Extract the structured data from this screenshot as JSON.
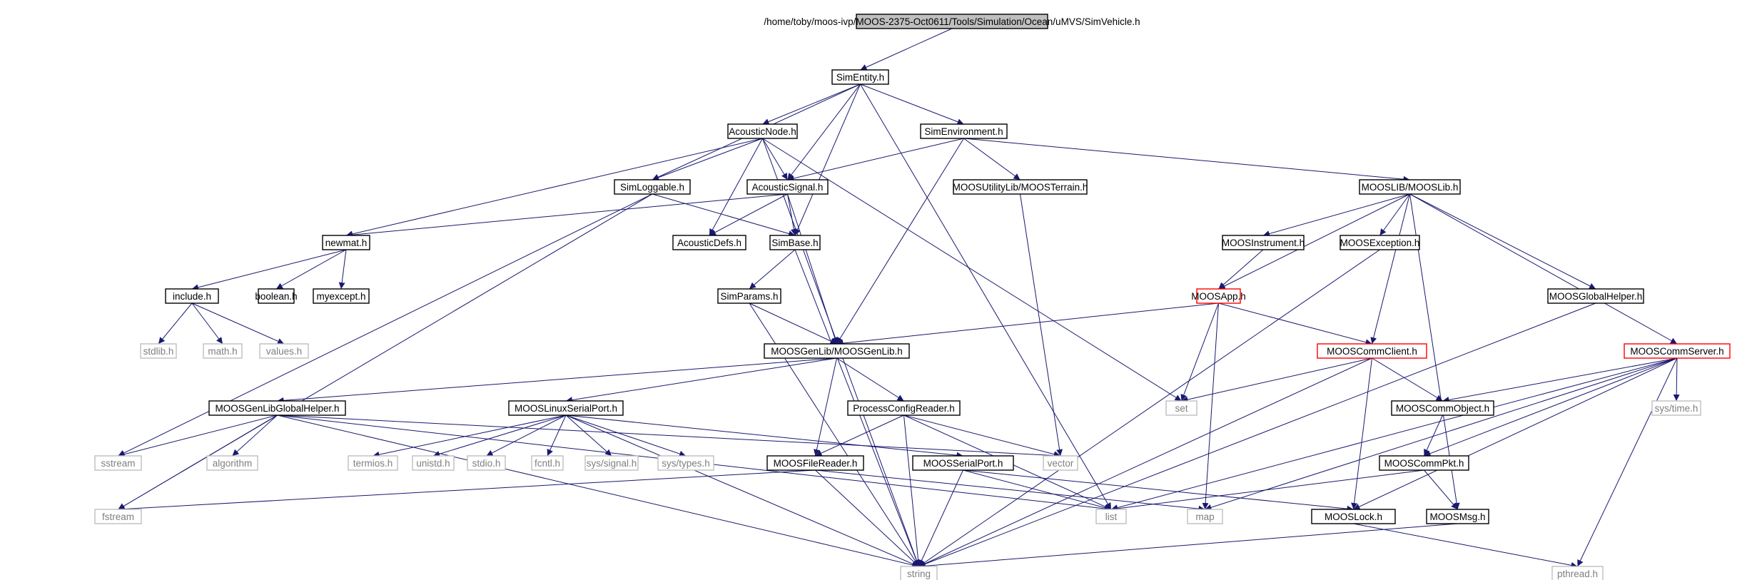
{
  "colors": {
    "edge": "#191970",
    "border_default": "#000000",
    "border_system": "#bfbfbf",
    "border_truncated": "#ff0000",
    "root_fill": "#bfbfbf",
    "text_system": "#7f7f7f"
  },
  "nodes": [
    {
      "id": "root",
      "label": "/home/toby/moos-ivp/MOOS-2375-Oct0611/Tools/Simulation/Ocean/uMVS/SimVehicle.h",
      "kind": "root"
    },
    {
      "id": "SimEntity",
      "label": "SimEntity.h",
      "kind": "normal"
    },
    {
      "id": "AcousticNode",
      "label": "AcousticNode.h",
      "kind": "normal"
    },
    {
      "id": "SimEnvironment",
      "label": "SimEnvironment.h",
      "kind": "normal"
    },
    {
      "id": "SimLoggable",
      "label": "SimLoggable.h",
      "kind": "normal"
    },
    {
      "id": "AcousticSignal",
      "label": "AcousticSignal.h",
      "kind": "normal"
    },
    {
      "id": "MOOSTerrain",
      "label": "MOOSUtilityLib/MOOSTerrain.h",
      "kind": "normal"
    },
    {
      "id": "MOOSLib",
      "label": "MOOSLIB/MOOSLib.h",
      "kind": "normal"
    },
    {
      "id": "newmat",
      "label": "newmat.h",
      "kind": "normal"
    },
    {
      "id": "AcousticDefs",
      "label": "AcousticDefs.h",
      "kind": "normal"
    },
    {
      "id": "SimBase",
      "label": "SimBase.h",
      "kind": "normal"
    },
    {
      "id": "MOOSInstrument",
      "label": "MOOSInstrument.h",
      "kind": "normal"
    },
    {
      "id": "MOOSException",
      "label": "MOOSException.h",
      "kind": "normal"
    },
    {
      "id": "include",
      "label": "include.h",
      "kind": "normal"
    },
    {
      "id": "boolean",
      "label": "boolean.h",
      "kind": "normal"
    },
    {
      "id": "myexcept",
      "label": "myexcept.h",
      "kind": "normal"
    },
    {
      "id": "SimParams",
      "label": "SimParams.h",
      "kind": "normal"
    },
    {
      "id": "MOOSApp",
      "label": "MOOSApp.h",
      "kind": "truncated"
    },
    {
      "id": "MOOSGlobalHelper",
      "label": "MOOSGlobalHelper.h",
      "kind": "normal"
    },
    {
      "id": "stdlib",
      "label": "stdlib.h",
      "kind": "system"
    },
    {
      "id": "math",
      "label": "math.h",
      "kind": "system"
    },
    {
      "id": "values",
      "label": "values.h",
      "kind": "system"
    },
    {
      "id": "MOOSGenLib",
      "label": "MOOSGenLib/MOOSGenLib.h",
      "kind": "normal"
    },
    {
      "id": "MOOSCommClient",
      "label": "MOOSCommClient.h",
      "kind": "truncated"
    },
    {
      "id": "MOOSCommServer",
      "label": "MOOSCommServer.h",
      "kind": "truncated"
    },
    {
      "id": "MOOSGenLibGlobalHelper",
      "label": "MOOSGenLibGlobalHelper.h",
      "kind": "normal"
    },
    {
      "id": "MOOSLinuxSerialPort",
      "label": "MOOSLinuxSerialPort.h",
      "kind": "normal"
    },
    {
      "id": "ProcessConfigReader",
      "label": "ProcessConfigReader.h",
      "kind": "normal"
    },
    {
      "id": "set",
      "label": "set",
      "kind": "system"
    },
    {
      "id": "MOOSCommObject",
      "label": "MOOSCommObject.h",
      "kind": "normal"
    },
    {
      "id": "systime",
      "label": "sys/time.h",
      "kind": "system"
    },
    {
      "id": "sstream",
      "label": "sstream",
      "kind": "system"
    },
    {
      "id": "algorithm",
      "label": "algorithm",
      "kind": "system"
    },
    {
      "id": "termios",
      "label": "termios.h",
      "kind": "system"
    },
    {
      "id": "unistd",
      "label": "unistd.h",
      "kind": "system"
    },
    {
      "id": "stdio",
      "label": "stdio.h",
      "kind": "system"
    },
    {
      "id": "fcntl",
      "label": "fcntl.h",
      "kind": "system"
    },
    {
      "id": "syssignal",
      "label": "sys/signal.h",
      "kind": "system"
    },
    {
      "id": "systypes",
      "label": "sys/types.h",
      "kind": "system"
    },
    {
      "id": "MOOSSerialPort",
      "label": "MOOSSerialPort.h",
      "kind": "normal"
    },
    {
      "id": "vector",
      "label": "vector",
      "kind": "system"
    },
    {
      "id": "MOOSCommPkt",
      "label": "MOOSCommPkt.h",
      "kind": "normal"
    },
    {
      "id": "MOOSFileReader",
      "label": "MOOSFileReader.h",
      "kind": "normal"
    },
    {
      "id": "fstream",
      "label": "fstream",
      "kind": "system"
    },
    {
      "id": "list",
      "label": "list",
      "kind": "system"
    },
    {
      "id": "map",
      "label": "map",
      "kind": "system"
    },
    {
      "id": "MOOSLock",
      "label": "MOOSLock.h",
      "kind": "normal"
    },
    {
      "id": "MOOSMsg",
      "label": "MOOSMsg.h",
      "kind": "normal"
    },
    {
      "id": "string",
      "label": "string",
      "kind": "system"
    },
    {
      "id": "pthread",
      "label": "pthread.h",
      "kind": "system"
    }
  ],
  "edges": [
    [
      "root",
      "SimEntity"
    ],
    [
      "SimEntity",
      "AcousticNode"
    ],
    [
      "SimEntity",
      "SimEnvironment"
    ],
    [
      "SimEntity",
      "SimLoggable"
    ],
    [
      "SimEntity",
      "AcousticSignal"
    ],
    [
      "SimEntity",
      "SimBase"
    ],
    [
      "SimEntity",
      "list"
    ],
    [
      "AcousticNode",
      "SimLoggable"
    ],
    [
      "AcousticNode",
      "AcousticSignal"
    ],
    [
      "AcousticNode",
      "AcousticDefs"
    ],
    [
      "AcousticNode",
      "newmat"
    ],
    [
      "AcousticNode",
      "set"
    ],
    [
      "AcousticNode",
      "string"
    ],
    [
      "SimEnvironment",
      "AcousticSignal"
    ],
    [
      "SimEnvironment",
      "MOOSTerrain"
    ],
    [
      "SimEnvironment",
      "MOOSLib"
    ],
    [
      "SimEnvironment",
      "MOOSGenLib"
    ],
    [
      "SimLoggable",
      "SimBase"
    ],
    [
      "SimLoggable",
      "sstream"
    ],
    [
      "SimLoggable",
      "fstream"
    ],
    [
      "AcousticSignal",
      "AcousticDefs"
    ],
    [
      "AcousticSignal",
      "SimBase"
    ],
    [
      "AcousticSignal",
      "newmat"
    ],
    [
      "AcousticSignal",
      "MOOSGenLib"
    ],
    [
      "MOOSTerrain",
      "vector"
    ],
    [
      "MOOSLib",
      "MOOSInstrument"
    ],
    [
      "MOOSLib",
      "MOOSException"
    ],
    [
      "MOOSLib",
      "MOOSApp"
    ],
    [
      "MOOSLib",
      "MOOSGlobalHelper"
    ],
    [
      "MOOSLib",
      "MOOSCommClient"
    ],
    [
      "MOOSLib",
      "MOOSCommServer"
    ],
    [
      "MOOSLib",
      "MOOSMsg"
    ],
    [
      "newmat",
      "include"
    ],
    [
      "newmat",
      "boolean"
    ],
    [
      "newmat",
      "myexcept"
    ],
    [
      "include",
      "stdlib"
    ],
    [
      "include",
      "math"
    ],
    [
      "include",
      "values"
    ],
    [
      "SimBase",
      "SimParams"
    ],
    [
      "SimBase",
      "string"
    ],
    [
      "SimParams",
      "MOOSGenLib"
    ],
    [
      "SimParams",
      "string"
    ],
    [
      "MOOSInstrument",
      "MOOSApp"
    ],
    [
      "MOOSException",
      "string"
    ],
    [
      "MOOSApp",
      "MOOSGenLib"
    ],
    [
      "MOOSApp",
      "MOOSCommClient"
    ],
    [
      "MOOSApp",
      "set"
    ],
    [
      "MOOSApp",
      "map"
    ],
    [
      "MOOSGlobalHelper",
      "string"
    ],
    [
      "MOOSGenLib",
      "MOOSGenLibGlobalHelper"
    ],
    [
      "MOOSGenLib",
      "MOOSLinuxSerialPort"
    ],
    [
      "MOOSGenLib",
      "ProcessConfigReader"
    ],
    [
      "MOOSGenLib",
      "MOOSFileReader"
    ],
    [
      "MOOSCommClient",
      "MOOSCommObject"
    ],
    [
      "MOOSCommClient",
      "set"
    ],
    [
      "MOOSCommClient",
      "MOOSLock"
    ],
    [
      "MOOSCommClient",
      "string"
    ],
    [
      "MOOSCommServer",
      "MOOSCommObject"
    ],
    [
      "MOOSCommServer",
      "MOOSCommPkt"
    ],
    [
      "MOOSCommServer",
      "systime"
    ],
    [
      "MOOSCommServer",
      "list"
    ],
    [
      "MOOSCommServer",
      "map"
    ],
    [
      "MOOSCommServer",
      "MOOSLock"
    ],
    [
      "MOOSCommServer",
      "pthread"
    ],
    [
      "MOOSGenLibGlobalHelper",
      "sstream"
    ],
    [
      "MOOSGenLibGlobalHelper",
      "algorithm"
    ],
    [
      "MOOSGenLibGlobalHelper",
      "vector"
    ],
    [
      "MOOSGenLibGlobalHelper",
      "list"
    ],
    [
      "MOOSGenLibGlobalHelper",
      "string"
    ],
    [
      "MOOSGenLibGlobalHelper",
      "fstream"
    ],
    [
      "MOOSLinuxSerialPort",
      "termios"
    ],
    [
      "MOOSLinuxSerialPort",
      "unistd"
    ],
    [
      "MOOSLinuxSerialPort",
      "stdio"
    ],
    [
      "MOOSLinuxSerialPort",
      "fcntl"
    ],
    [
      "MOOSLinuxSerialPort",
      "syssignal"
    ],
    [
      "MOOSLinuxSerialPort",
      "systypes"
    ],
    [
      "MOOSLinuxSerialPort",
      "MOOSSerialPort"
    ],
    [
      "MOOSLinuxSerialPort",
      "string"
    ],
    [
      "ProcessConfigReader",
      "MOOSFileReader"
    ],
    [
      "ProcessConfigReader",
      "vector"
    ],
    [
      "ProcessConfigReader",
      "list"
    ],
    [
      "ProcessConfigReader",
      "string"
    ],
    [
      "MOOSCommObject",
      "MOOSCommPkt"
    ],
    [
      "MOOSSerialPort",
      "MOOSLock"
    ],
    [
      "MOOSSerialPort",
      "list"
    ],
    [
      "MOOSSerialPort",
      "string"
    ],
    [
      "MOOSCommPkt",
      "MOOSMsg"
    ],
    [
      "MOOSCommPkt",
      "list"
    ],
    [
      "MOOSFileReader",
      "fstream"
    ],
    [
      "MOOSFileReader",
      "string"
    ],
    [
      "MOOSFileReader",
      "map"
    ],
    [
      "MOOSLock",
      "pthread"
    ],
    [
      "MOOSMsg",
      "string"
    ]
  ]
}
